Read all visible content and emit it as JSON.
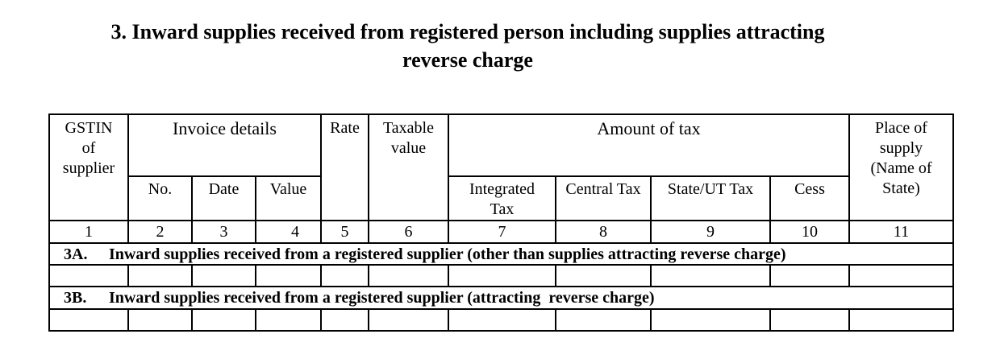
{
  "title": {
    "line1": "3. Inward supplies received from registered person including supplies attracting",
    "line2": "reverse charge"
  },
  "table": {
    "headers": {
      "gstin": "GSTIN of supplier",
      "invoice_details": "Invoice details",
      "invoice_no": "No.",
      "invoice_date": "Date",
      "invoice_value": "Value",
      "rate": "Rate",
      "taxable_value": "Taxable value",
      "amount_of_tax": "Amount of tax",
      "integrated_tax": "Integrated Tax",
      "central_tax": "Central Tax",
      "state_ut_tax": "State/UT Tax",
      "cess": "Cess",
      "place_of_supply": "Place of supply (Name of State)"
    },
    "column_numbers": [
      "1",
      "2",
      "3",
      "4",
      "5",
      "6",
      "7",
      "8",
      "9",
      "10",
      "11"
    ],
    "sections": [
      {
        "code": "3A.",
        "label": "Inward supplies received from a registered supplier (other than supplies attracting reverse charge)"
      },
      {
        "code": "3B.",
        "label": "Inward supplies received from a registered supplier (attracting  reverse charge)"
      }
    ]
  }
}
